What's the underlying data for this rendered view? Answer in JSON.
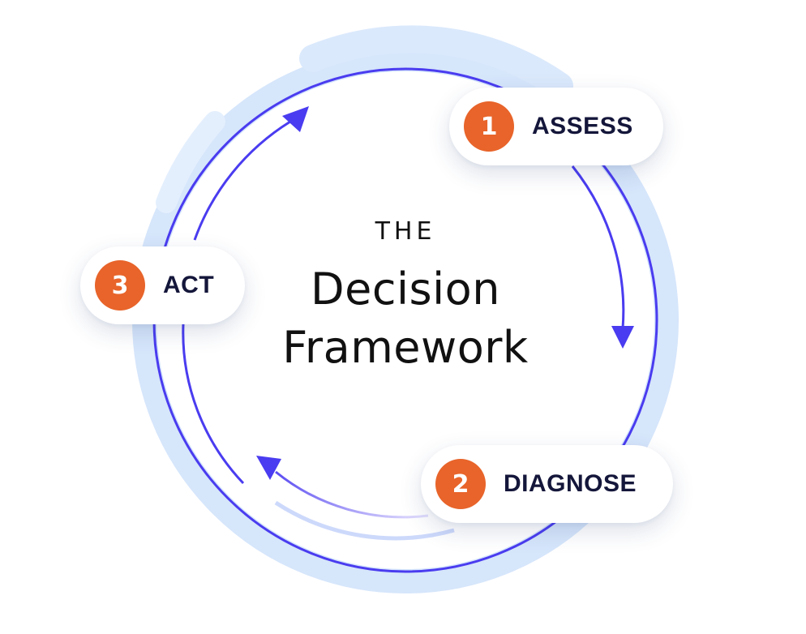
{
  "center": {
    "kicker": "THE",
    "title_line1": "Decision",
    "title_line2": "Framework"
  },
  "steps": [
    {
      "number": "1",
      "label": "ASSESS"
    },
    {
      "number": "2",
      "label": "DIAGNOSE"
    },
    {
      "number": "3",
      "label": "ACT"
    }
  ],
  "colors": {
    "accent_orange": "#e8642a",
    "ring_blue": "#4a3cf0",
    "glow_blue": "#cfe2fa",
    "text_dark": "#14163a"
  }
}
